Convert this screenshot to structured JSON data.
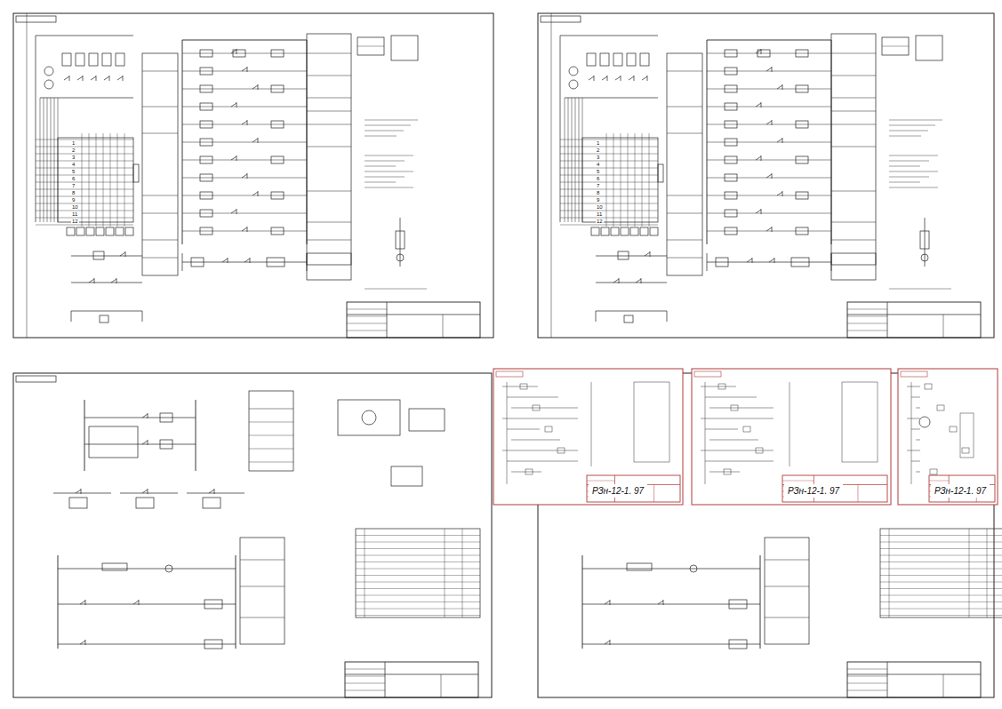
{
  "diagram": {
    "nodes": [
      {
        "text": [
          "РЗн-12-1. 97"
        ]
      },
      {
        "text": [
          "РЗн-12-1. 97"
        ]
      },
      {
        "text": [
          "РЗн-12-1. 97"
        ]
      }
    ],
    "labels": [
      "1",
      "2",
      "3",
      "4",
      "5",
      "6",
      "7",
      "8",
      "9",
      "10",
      "11",
      "12",
      "1",
      "2",
      "3",
      "4",
      "5",
      "6",
      "7",
      "8",
      "9",
      "10",
      "11",
      "12"
    ]
  }
}
